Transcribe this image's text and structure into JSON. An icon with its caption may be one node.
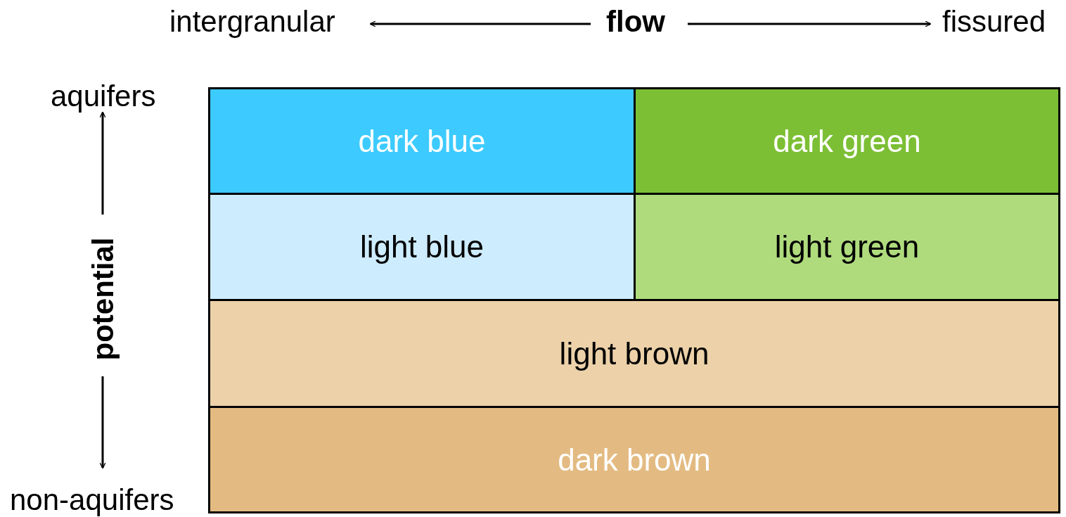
{
  "diagram": {
    "nodes": [
      {
        "text": [
          "dark blue"
        ]
      },
      {
        "text": [
          "dark green"
        ]
      },
      {
        "text": [
          "light blue"
        ]
      },
      {
        "text": [
          "light green"
        ]
      },
      {
        "text": [
          "light brown"
        ]
      },
      {
        "text": [
          "dark brown"
        ]
      }
    ],
    "edges": [],
    "labels": [
      "intergranular",
      "flow",
      "fissured",
      "aquifers",
      "potential",
      "non-aquifers"
    ]
  }
}
